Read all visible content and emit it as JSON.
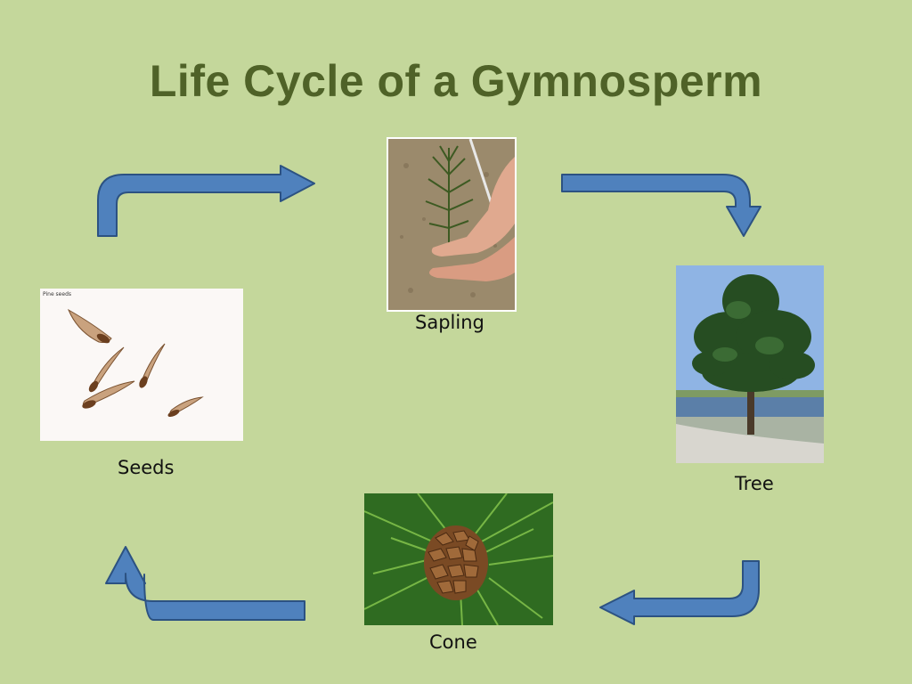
{
  "slide": {
    "title": "Life Cycle of a Gymnosperm",
    "stages": {
      "seeds": {
        "label": "Seeds",
        "photo_caption": "Pine seeds"
      },
      "sapling": {
        "label": "Sapling"
      },
      "tree": {
        "label": "Tree"
      },
      "cone": {
        "label": "Cone"
      }
    },
    "colors": {
      "background": "#c4d79b",
      "title": "#4f6228",
      "arrow_fill": "#4f81bd",
      "arrow_stroke": "#2c5282"
    }
  }
}
